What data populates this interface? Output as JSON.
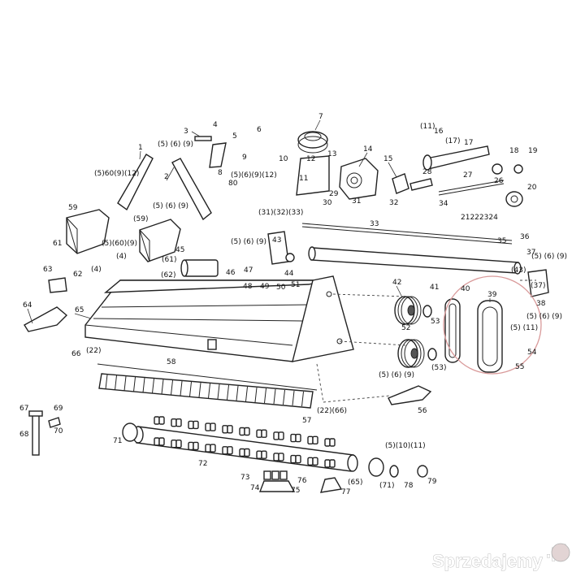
{
  "labels": {
    "l1": "1",
    "l2": "2",
    "l3": "3",
    "l4": "4",
    "l5": "5",
    "l6": "6",
    "l7": "7",
    "l8": "8",
    "l9": "9",
    "l10": "10",
    "l11": "11",
    "l12": "12",
    "l13": "13",
    "l14": "14",
    "l15": "15",
    "l16": "16",
    "l17": "17",
    "l18": "18",
    "l19": "19",
    "l20": "20",
    "l21": "21222324",
    "l26": "26",
    "l27": "27",
    "l28": "28",
    "l29": "29",
    "l30": "30",
    "l31": "31",
    "l32": "32",
    "l33": "33",
    "l34": "34",
    "l35": "35",
    "l36": "36",
    "l37": "37",
    "l38": "38",
    "l39": "39",
    "l40": "40",
    "l41": "41",
    "l42": "42",
    "l43": "43",
    "l44": "44",
    "l45": "45",
    "l46": "46",
    "l47": "47",
    "l48": "48",
    "l49": "49",
    "l50": "50",
    "l51": "51",
    "l52": "52",
    "l53": "53",
    "l54": "54",
    "l55": "55",
    "l56": "56",
    "l57": "57",
    "l58": "58",
    "l59a": "59",
    "l59b": "(59)",
    "l60": "(5)60(9)(12)",
    "l60b": "(5)(60)(9)",
    "l61": "61",
    "l61b": "(61)",
    "l62": "62",
    "l62b": "(62)",
    "l63": "63",
    "l64": "64",
    "l65": "65",
    "l66": "66",
    "l66b": "(22)(66)",
    "l67": "67",
    "l68": "68",
    "l69": "69",
    "l70": "70",
    "l71": "71",
    "l71b": "(71)",
    "l72": "72",
    "l73": "73",
    "l74": "74",
    "l75": "75",
    "l76": "76",
    "l77": "77",
    "l78": "78",
    "l79": "79",
    "l80": "80",
    "s569a": "(5) (6) (9)",
    "s569b": "(5) (6) (9)",
    "s569c": "(5) (6) (9)",
    "s569d": "(5) (6) (9)",
    "s569e": "(5) (6) (9)",
    "s569f": "(5) (6) (9)",
    "s5691": "(5)(6)(9)(12)",
    "s31": "(31)(32)(33)",
    "s11": "(11)",
    "s17": "(17)",
    "s4": "(4)",
    "s4b": "(4)",
    "s43": "(43)",
    "s37": "(37)",
    "s511": "(5) (11)",
    "s53": "(53)",
    "s22": "(22)",
    "s1011": "(5)(10)(11)",
    "s65": "(65)"
  },
  "watermark": "Sprzedajemy",
  "watermark_tld": ".pl"
}
